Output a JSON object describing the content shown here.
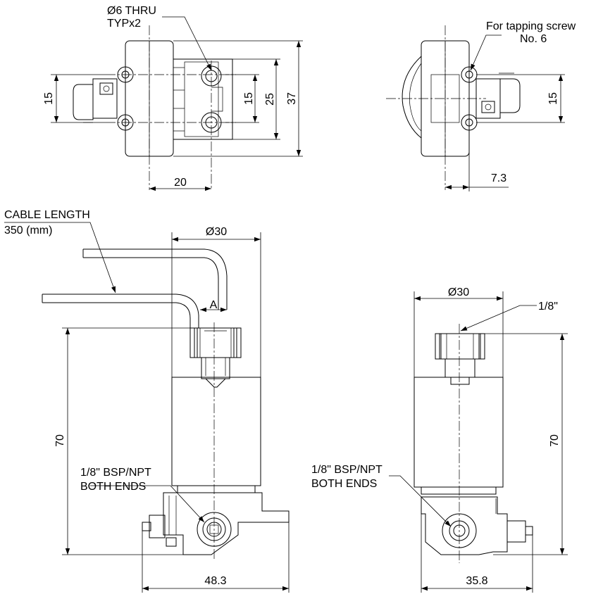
{
  "top_left_view": {
    "hole_note_line1": "Ø6 THRU",
    "hole_note_line2": "TYPx2",
    "dim_15_left": "15",
    "dim_15_right": "15",
    "dim_25": "25",
    "dim_37": "37",
    "dim_20": "20"
  },
  "top_right_view": {
    "screw_note_line1": "For tapping screw",
    "screw_note_line2": "No. 6",
    "dim_15": "15",
    "dim_7_3": "7.3"
  },
  "front_view": {
    "cable_line1": "CABLE LENGTH",
    "cable_line2": "350 (mm)",
    "dim_dia30": "Ø30",
    "dim_A": "A",
    "dim_70": "70",
    "port_line1": "1/8\" BSP/NPT",
    "port_line2": "BOTH ENDS",
    "dim_48_3": "48.3"
  },
  "side_view": {
    "dim_dia30": "Ø30",
    "port_top": "1/8\"",
    "dim_70": "70",
    "port_line1": "1/8\" BSP/NPT",
    "port_line2": "BOTH ENDS",
    "dim_35_8": "35.8"
  }
}
